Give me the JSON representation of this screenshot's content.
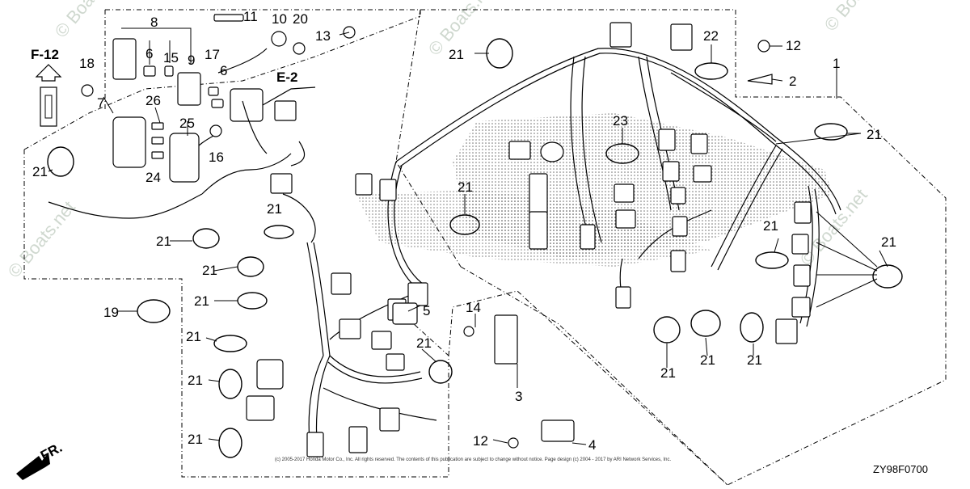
{
  "diagram": {
    "drawing_code": "ZY98F0700",
    "refs": {
      "f12": "F-12",
      "e2": "E-2",
      "front": "FR."
    },
    "watermarks": [
      "© Boats.net",
      "© Boats.net",
      "© Boats.net",
      "© Boats.net",
      "© Boats.net"
    ],
    "copyright": "(c) 2005-2017 Honda Motor Co., Inc. All rights reserved. The contents of this publication are subject to change without notice. Page design (c) 2004 - 2017 by ARI Network Services, Inc.",
    "callouts": [
      {
        "id": "c1",
        "label": "1"
      },
      {
        "id": "c2",
        "label": "2"
      },
      {
        "id": "c3",
        "label": "3"
      },
      {
        "id": "c4",
        "label": "4"
      },
      {
        "id": "c5",
        "label": "5"
      },
      {
        "id": "c6a",
        "label": "6"
      },
      {
        "id": "c6b",
        "label": "6"
      },
      {
        "id": "c7",
        "label": "7"
      },
      {
        "id": "c8",
        "label": "8"
      },
      {
        "id": "c9",
        "label": "9"
      },
      {
        "id": "c10",
        "label": "10"
      },
      {
        "id": "c11",
        "label": "11"
      },
      {
        "id": "c12a",
        "label": "12"
      },
      {
        "id": "c12b",
        "label": "12"
      },
      {
        "id": "c13",
        "label": "13"
      },
      {
        "id": "c14",
        "label": "14"
      },
      {
        "id": "c15",
        "label": "15"
      },
      {
        "id": "c16",
        "label": "16"
      },
      {
        "id": "c17",
        "label": "17"
      },
      {
        "id": "c18",
        "label": "18"
      },
      {
        "id": "c19",
        "label": "19"
      },
      {
        "id": "c20",
        "label": "20"
      },
      {
        "id": "c21a",
        "label": "21"
      },
      {
        "id": "c21b",
        "label": "21"
      },
      {
        "id": "c21c",
        "label": "21"
      },
      {
        "id": "c21d",
        "label": "21"
      },
      {
        "id": "c21e",
        "label": "21"
      },
      {
        "id": "c21f",
        "label": "21"
      },
      {
        "id": "c21g",
        "label": "21"
      },
      {
        "id": "c21h",
        "label": "21"
      },
      {
        "id": "c21i",
        "label": "21"
      },
      {
        "id": "c21j",
        "label": "21"
      },
      {
        "id": "c21k",
        "label": "21"
      },
      {
        "id": "c21l",
        "label": "21"
      },
      {
        "id": "c21m",
        "label": "21"
      },
      {
        "id": "c21n",
        "label": "21"
      },
      {
        "id": "c21o",
        "label": "21"
      },
      {
        "id": "c21p",
        "label": "21"
      },
      {
        "id": "c21q",
        "label": "21"
      },
      {
        "id": "c21r",
        "label": "21"
      },
      {
        "id": "c22",
        "label": "22"
      },
      {
        "id": "c23",
        "label": "23"
      },
      {
        "id": "c24",
        "label": "24"
      },
      {
        "id": "c25",
        "label": "25"
      },
      {
        "id": "c26",
        "label": "26"
      }
    ]
  }
}
